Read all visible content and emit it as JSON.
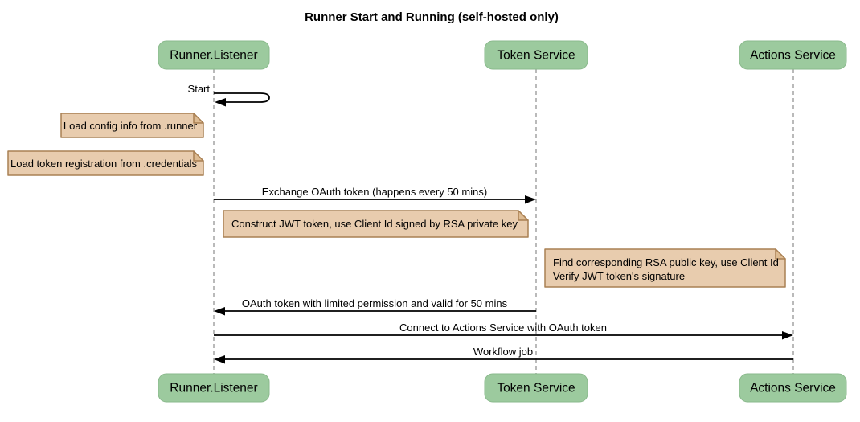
{
  "diagram": {
    "title": "Runner Start and Running (self-hosted only)",
    "participants": [
      {
        "id": "runner-listener",
        "label": "Runner.Listener"
      },
      {
        "id": "token-service",
        "label": "Token Service"
      },
      {
        "id": "actions-service",
        "label": "Actions Service"
      }
    ],
    "self_message": {
      "label": "Start"
    },
    "notes": [
      {
        "text": "Load config info from .runner"
      },
      {
        "text": "Load token registration from .credentials"
      },
      {
        "text": "Construct JWT token, use Client Id signed by RSA private key"
      },
      {
        "lines": [
          "Find corresponding RSA public key, use Client Id",
          "Verify JWT token's signature"
        ]
      }
    ],
    "messages": [
      {
        "label": "Exchange OAuth token (happens every 50 mins)",
        "from": "Runner.Listener",
        "to": "Token Service",
        "direction": "right"
      },
      {
        "label": "OAuth token with limited permission and valid for 50 mins",
        "from": "Token Service",
        "to": "Runner.Listener",
        "direction": "left"
      },
      {
        "label": "Connect to Actions Service with OAuth token",
        "from": "Runner.Listener",
        "to": "Actions Service",
        "direction": "right"
      },
      {
        "label": "Workflow job",
        "from": "Actions Service",
        "to": "Runner.Listener",
        "direction": "left"
      }
    ],
    "colors": {
      "participant_fill": "#9cca9e",
      "participant_border": "#8ab98c",
      "note_fill": "#e8ccae",
      "note_fold": "#ddbb92",
      "note_border": "#a98053",
      "lifeline": "#b3b3b3",
      "message_line": "#000000",
      "text": "#000000",
      "background": "#ffffff"
    }
  }
}
